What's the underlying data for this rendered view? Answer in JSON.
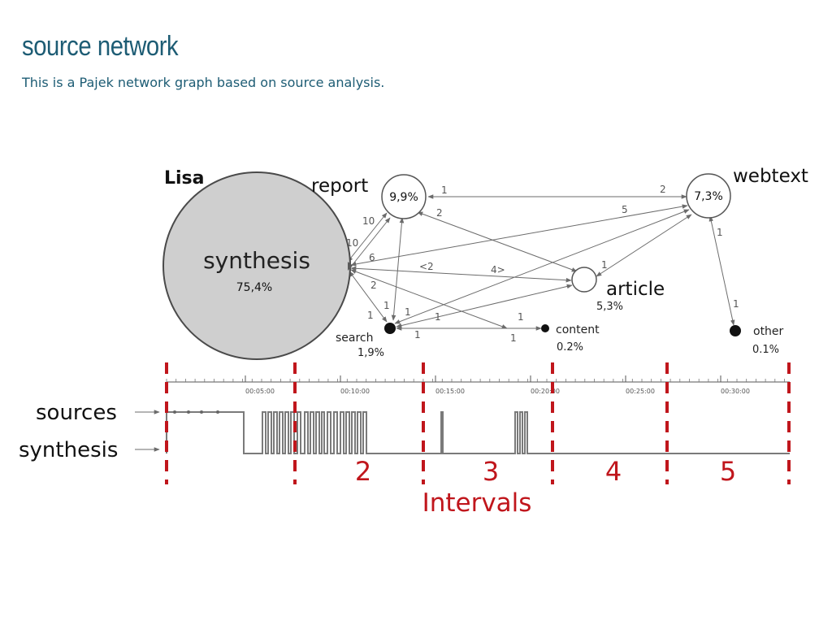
{
  "header": {
    "title": "source network",
    "subtitle": "This is a Pajek network graph based on source analysis."
  },
  "network": {
    "participant": "Lisa",
    "nodes": {
      "synthesis": {
        "label": "synthesis",
        "share": "75,4%"
      },
      "report": {
        "label": "report",
        "share": "9,9%"
      },
      "webtext": {
        "label": "webtext",
        "share": "7,3%"
      },
      "article": {
        "label": "article",
        "share": "5,3%"
      },
      "search": {
        "label": "search",
        "share": "1,9%"
      },
      "content": {
        "label": "content",
        "share": "0.2%"
      },
      "other": {
        "label": "other",
        "share": "0.1%"
      }
    },
    "edge_weights": {
      "synthesis_report_a": "10",
      "synthesis_report_b": "10",
      "synthesis_webtext": "6",
      "article_synthesis": "<2",
      "synthesis_article": "4>",
      "synthesis_content": "2",
      "synthesis_search_a": "1",
      "synthesis_search_b": "1",
      "report_webtext": "1",
      "webtext_report": "2",
      "report_article": "2",
      "search_webtext": "5",
      "webtext_article": "1",
      "article_search": "1",
      "search_article": "1",
      "content_search": "1",
      "search_content": "1",
      "webtext_other": "1",
      "other_webtext": "1"
    }
  },
  "timeline": {
    "tick_labels": [
      "00:05:00",
      "00:10:00",
      "00:15:00",
      "00:20:00",
      "00:25:00",
      "00:30:00"
    ],
    "row_sources": "sources",
    "row_synthesis": "synthesis",
    "interval_numbers": [
      "2",
      "3",
      "4",
      "5"
    ],
    "intervals_label": "Intervals"
  },
  "colors": {
    "title": "#1d5c74",
    "interval_markers": "#c0161c",
    "synthesis_node_fill": "#cfcfcf",
    "edges": "#6b6b6b"
  }
}
